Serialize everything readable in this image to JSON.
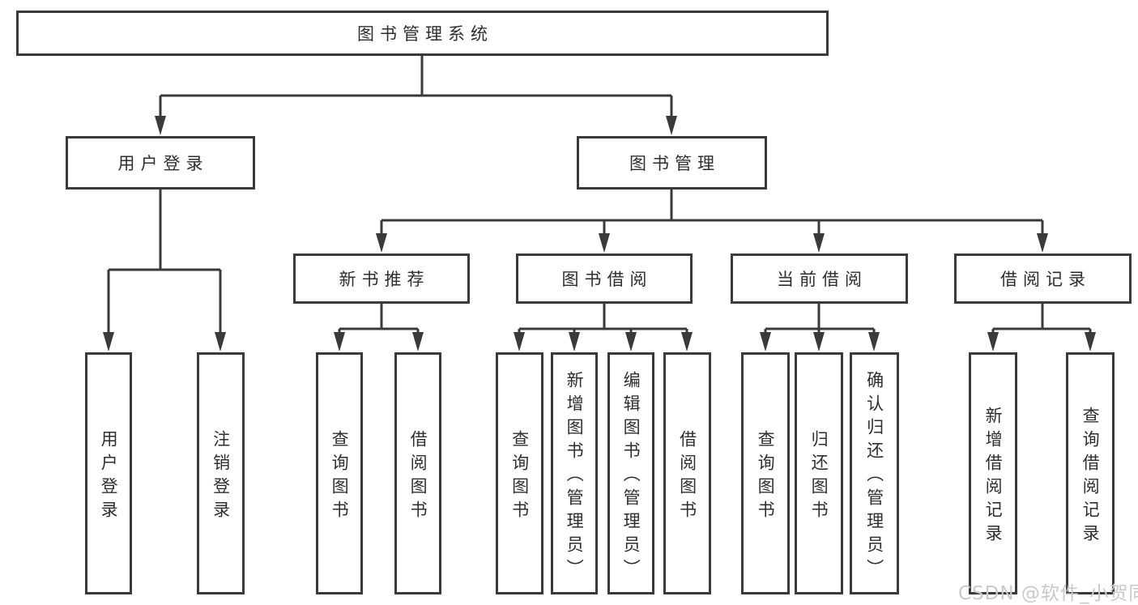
{
  "diagram": {
    "root": {
      "label": "图书管理系统"
    },
    "level2": [
      {
        "label": "用户登录"
      },
      {
        "label": "图书管理"
      }
    ],
    "level3": [
      {
        "label": "新书推荐"
      },
      {
        "label": "图书借阅"
      },
      {
        "label": "当前借阅"
      },
      {
        "label": "借阅记录"
      }
    ],
    "leaves": {
      "user_login": [
        "用户登录",
        "注销登录"
      ],
      "new_book_recommend": [
        "查询图书",
        "借阅图书"
      ],
      "book_borrow": [
        "查询图书",
        "新增图书（管理员）",
        "编辑图书（管理员）",
        "借阅图书"
      ],
      "current_borrow": [
        "查询图书",
        "归还图书",
        "确认归还（管理员）"
      ],
      "borrow_records": [
        "新增借阅记录",
        "查询借阅记录"
      ]
    }
  },
  "watermark": {
    "text": "CSDN @软件_小贺同学"
  },
  "colors": {
    "line": "#3a3a3a",
    "box_border": "#3a3a3a",
    "box_fill": "#ffffff",
    "text": "#2e2e2e",
    "watermark": "#c9c9c9",
    "background": "#ffffff"
  }
}
